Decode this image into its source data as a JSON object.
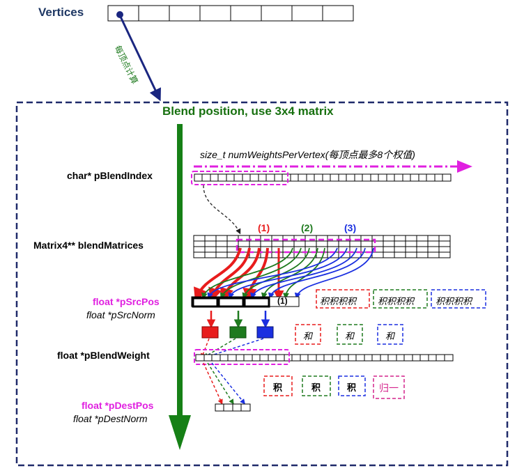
{
  "vertices_label": "Vertices",
  "per_vertex_label": "每顶点计算",
  "blend_title": "Blend position, use 3x4 matrix",
  "num_weights_label": "size_t numWeightsPerVertex(每顶点最多8个权值)",
  "blend_index_label": "char* pBlendIndex",
  "blend_matrices_label": "Matrix4** blendMatrices",
  "marker_1": "(1)",
  "marker_2": "(2)",
  "marker_3": "(3)",
  "src_pos_label": "float *pSrcPos",
  "src_norm_label": "float *pSrcNorm",
  "src_pos_marker": "(1)",
  "blend_weight_label": "float *pBlendWeight",
  "dest_pos_label": "float *pDestPos",
  "dest_norm_label": "float *pDestNorm",
  "product_four": "积积积积",
  "sum_label": "和",
  "product_label": "积",
  "normalize_label": "归一",
  "colors": {
    "navy": "#1F3864",
    "green_title": "#17700F",
    "magenta": "#E020E0",
    "red": "#E81C1C",
    "green": "#1E7A1E",
    "blue": "#1A2FE0",
    "pink_text": "#D4248C"
  }
}
